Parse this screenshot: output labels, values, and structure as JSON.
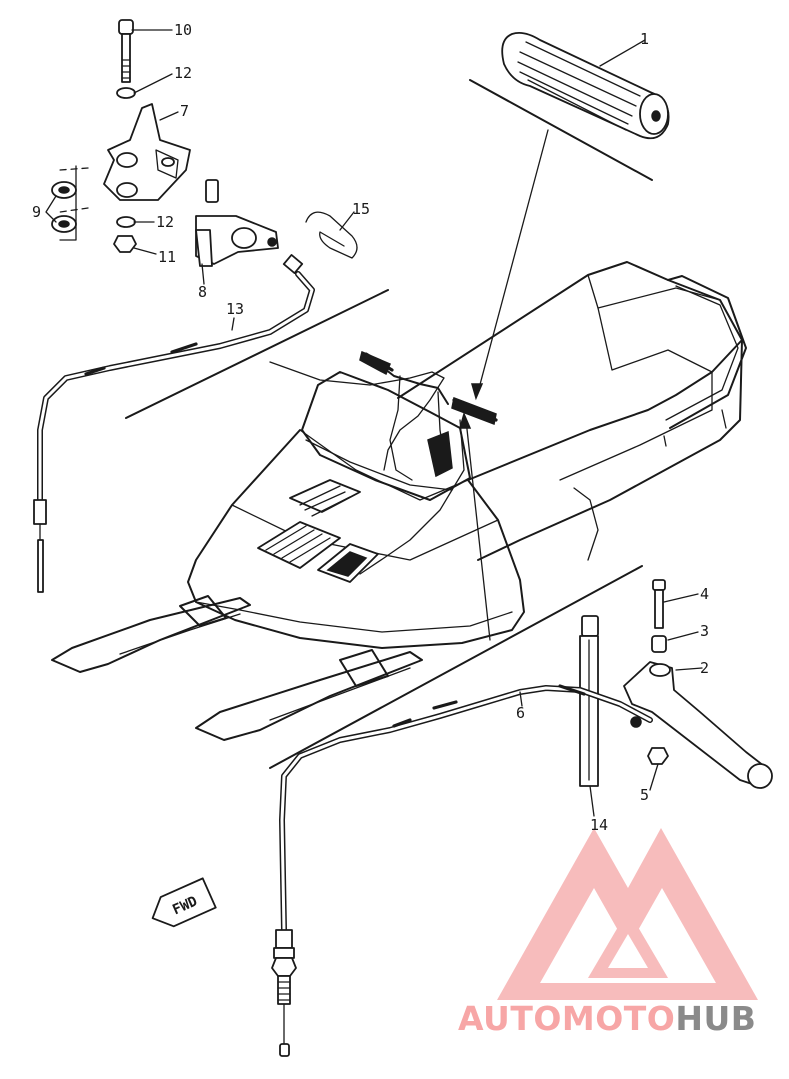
{
  "diagram": {
    "callouts": [
      "1",
      "2",
      "3",
      "4",
      "5",
      "6",
      "7",
      "8",
      "9",
      "10",
      "11",
      "12",
      "12",
      "13",
      "14",
      "15"
    ],
    "direction_badge": "FWD"
  },
  "watermark": {
    "part1": "AUTO",
    "part2": "MOTO",
    "part3": "HUB",
    "colors": {
      "primary": "#f7a6a6",
      "secondary": "#8a8a8a"
    }
  }
}
